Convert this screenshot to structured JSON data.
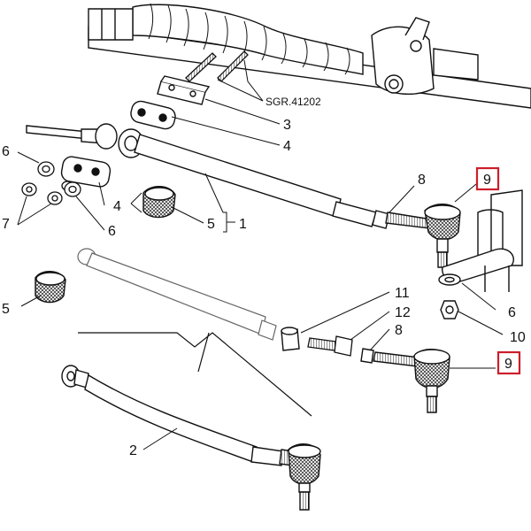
{
  "figure": {
    "reference_code": "SGR.41202",
    "highlight_color": "#cc1f2b",
    "ink_color": "#111111",
    "callouts": {
      "c1": "1",
      "c2": "2",
      "c3": "3",
      "c4a": "4",
      "c4b": "4",
      "c5a": "5",
      "c5b": "5",
      "c6a": "6",
      "c6b": "6",
      "c6c": "6",
      "c7": "7",
      "c8a": "8",
      "c8b": "8",
      "c9a": "9",
      "c9b": "9",
      "c10": "10",
      "c11": "11",
      "c12": "12"
    }
  }
}
